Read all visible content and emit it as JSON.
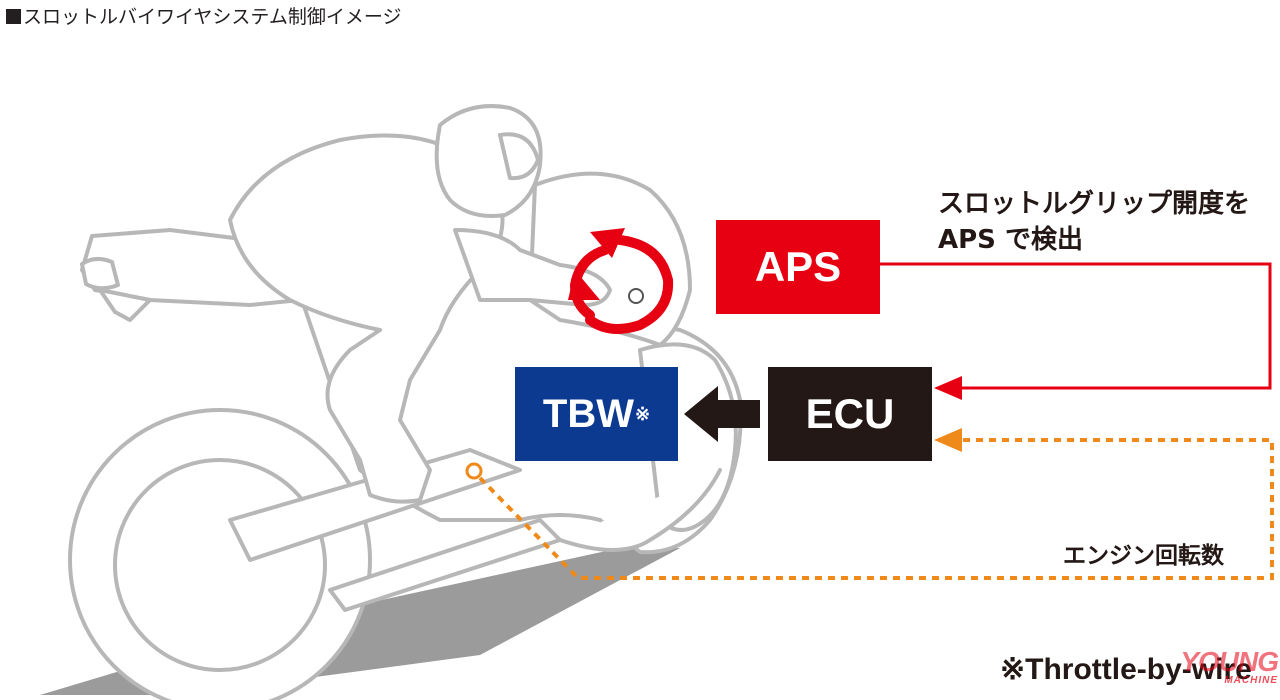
{
  "title": "スロットルバイワイヤシステム制御イメージ",
  "blocks": {
    "aps": "APS",
    "ecu": "ECU",
    "tbw": "TBW",
    "tbw_mark": "※"
  },
  "annotations": {
    "aps_line1": "スロットルグリップ開度を",
    "aps_line2": "APS で検出",
    "engine_rpm": "エンジン回転数"
  },
  "footnote": "※Throttle-by-wire",
  "watermark": {
    "line1": "YOUNG",
    "line2": "MACHINE"
  },
  "colors": {
    "aps": "#e60012",
    "ecu": "#231815",
    "tbw": "#0d3a91",
    "rpm_signal": "#ef8a1a",
    "aps_signal": "#e60012",
    "rider_outline": "#b9b9b9",
    "ground_shadow": "#9a9a9a"
  }
}
